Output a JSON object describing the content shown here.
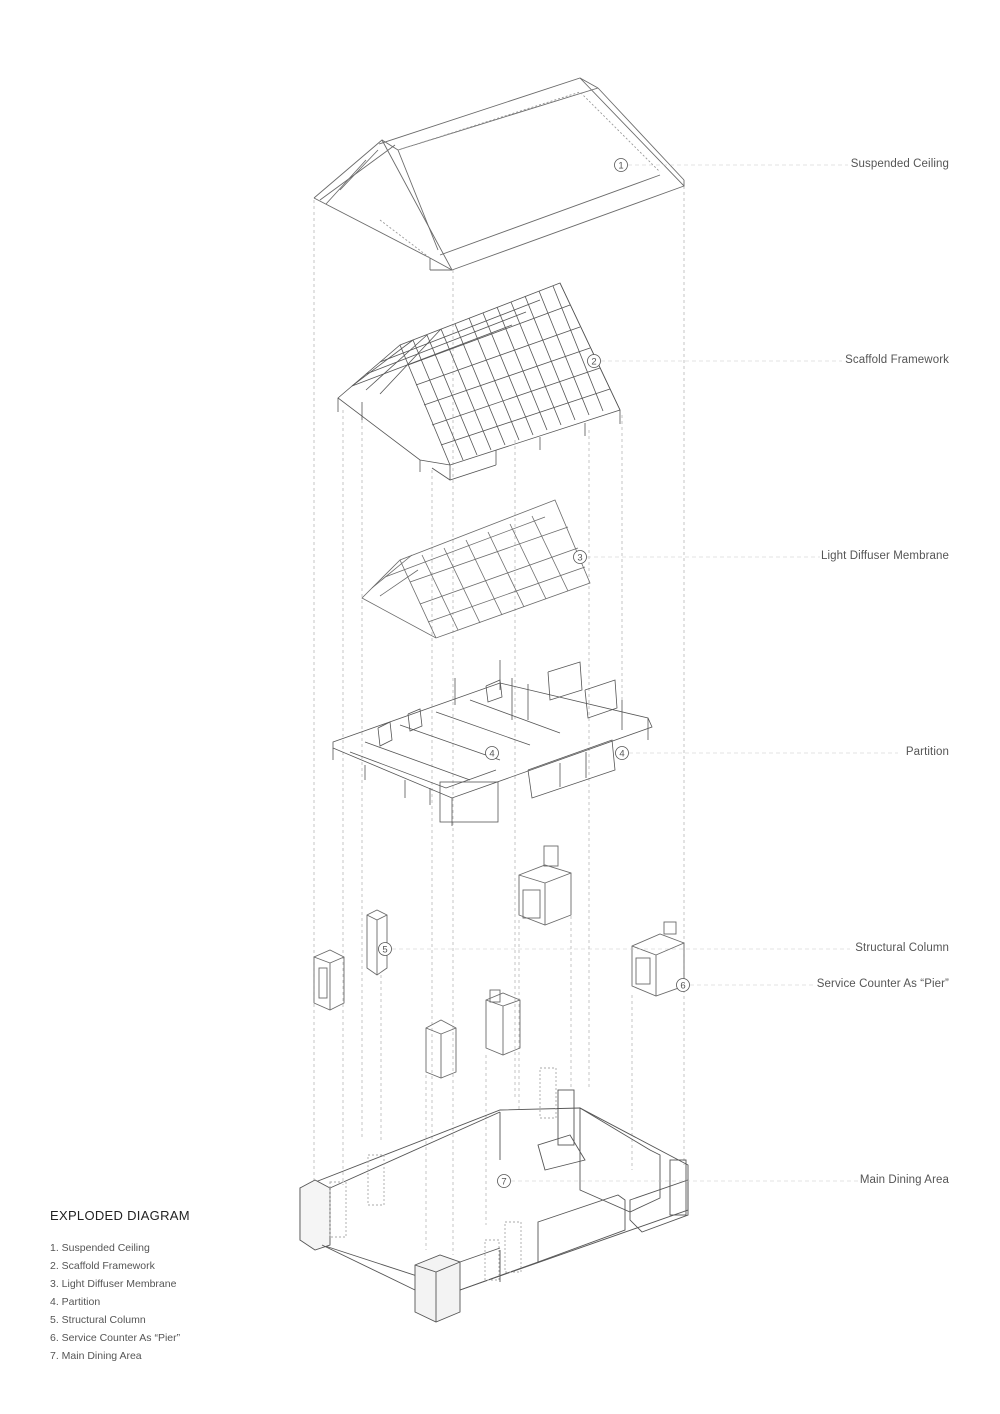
{
  "callouts": [
    {
      "number": "1",
      "label": "Suspended Ceiling"
    },
    {
      "number": "2",
      "label": "Scaffold Framework"
    },
    {
      "number": "3",
      "label": "Light Diffuser Membrane"
    },
    {
      "number": "4",
      "label": "Partition"
    },
    {
      "number": "5",
      "label": "Structural Column"
    },
    {
      "number": "6",
      "label": "Service Counter As “Pier”"
    },
    {
      "number": "7",
      "label": "Main Dining Area"
    }
  ],
  "legend": {
    "title": "EXPLODED DIAGRAM",
    "items": [
      "1. Suspended Ceiling",
      "2. Scaffold Framework",
      "3. Light Diffuser Membrane",
      "4. Partition",
      "5. Structural Column",
      "6. Service Counter As “Pier”",
      "7. Main Dining Area"
    ]
  },
  "colors": {
    "line": "#6b6b6b",
    "dashed": "#9a9a9a",
    "leader": "#c4c4c4"
  }
}
